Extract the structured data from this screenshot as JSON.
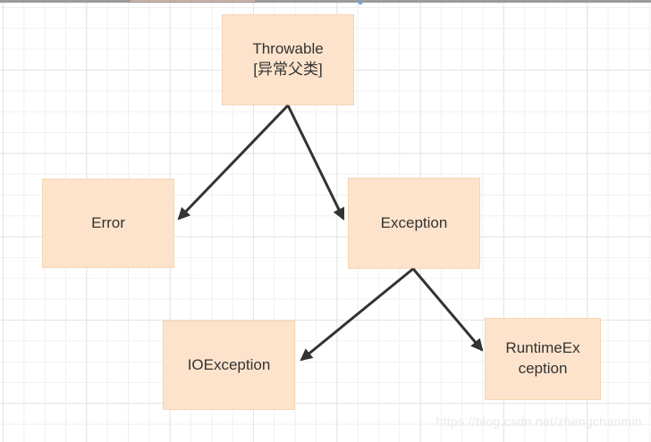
{
  "diagram": {
    "title_hint": "Java exception class hierarchy",
    "nodes": {
      "throwable": {
        "label": "Throwable",
        "sublabel": "[异常父类]"
      },
      "error": {
        "label": "Error"
      },
      "exception": {
        "label": "Exception"
      },
      "ioexception": {
        "label": "IOException"
      },
      "runtimeexception": {
        "label": "RuntimeException"
      }
    },
    "edges": [
      {
        "from": "throwable",
        "to": "error"
      },
      {
        "from": "throwable",
        "to": "exception"
      },
      {
        "from": "exception",
        "to": "ioexception"
      },
      {
        "from": "exception",
        "to": "runtimeexception"
      }
    ]
  },
  "watermark": {
    "text": "https://blog.csdn.net/zhengchanmin"
  },
  "colors": {
    "node_fill": "#fde3cb",
    "node_border": "#f6d5b2",
    "node_text": "#333333",
    "arrow": "#333333",
    "grid_minor": "#f0f0f0",
    "grid_major": "#e3e3e3",
    "top_edge_bar": "#9b9b9b",
    "top_edge_fragment": "#cbaea3",
    "top_edge_blue_mark": "#6ca6f2",
    "watermark_text": "#e9e9e9",
    "canvas_background": "#ffffff"
  }
}
